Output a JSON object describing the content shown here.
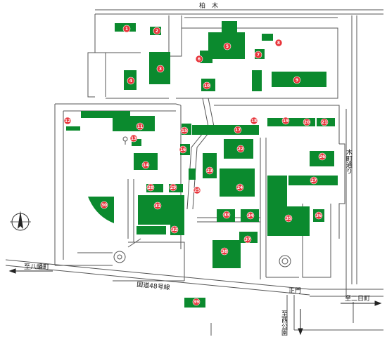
{
  "colors": {
    "building": "#0b8a2e",
    "marker_fill": "#e8343a",
    "road_line": "#555555",
    "text": "#111111"
  },
  "labels": {
    "north_street": "柏　木",
    "east_street": "木町通り",
    "hachiman": "至八幡町",
    "route48": "国道48号線",
    "main_gate": "正門",
    "futsuka": "至二日町",
    "nishi_park": "至西公園"
  },
  "compass": {
    "icon": "north-arrow-icon"
  },
  "markers": [
    "1",
    "2",
    "3",
    "4",
    "5",
    "6",
    "7",
    "8",
    "9",
    "10",
    "11",
    "12",
    "13",
    "14",
    "15",
    "16",
    "17",
    "18",
    "19",
    "20",
    "21",
    "22",
    "23",
    "24",
    "25",
    "26",
    "27",
    "28",
    "29",
    "30",
    "31",
    "32",
    "33",
    "34",
    "35",
    "36",
    "37",
    "38",
    "39"
  ]
}
